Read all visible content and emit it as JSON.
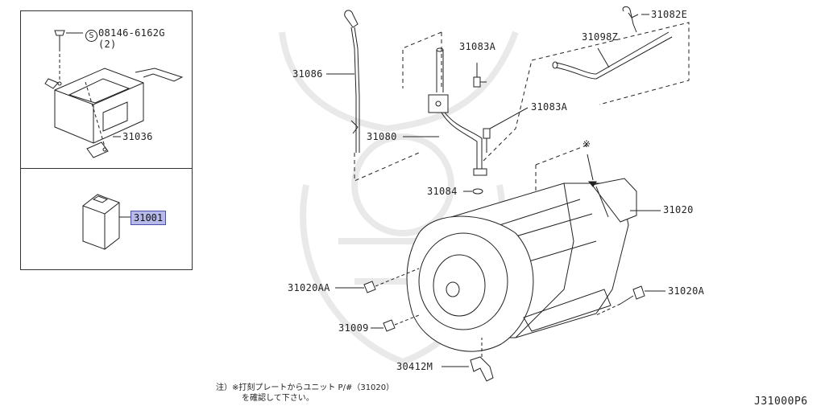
{
  "colors": {
    "line": "#222222",
    "highlight_fill": "#b7b9ea",
    "highlight_border": "#4a4fa8",
    "watermark": "#e9e9e9"
  },
  "inset": {
    "bolt_symbol": "S",
    "bolt_part": "08146-6162G",
    "bolt_qty": "(2)",
    "control_unit": "31036",
    "selected_part": "31001"
  },
  "parts": {
    "dipstick": "31086",
    "bracket_bolt_upper": "31083A",
    "bracket_bolt_lower": "31083A",
    "breather_clip": "31082E",
    "breather_hose": "31098Z",
    "charging_pipe": "31080",
    "o_ring": "31084",
    "transmission": "31020",
    "bolt_left": "31020AA",
    "bolt_right": "31020A",
    "bolt_lower": "31009",
    "bracket_clip": "30412M",
    "reference_mark": "※"
  },
  "note": {
    "line1": "注）※打刻プレートからユニット P/#（31020）",
    "line2": "を確認して下さい。"
  },
  "diagram_code": "J31000P6"
}
